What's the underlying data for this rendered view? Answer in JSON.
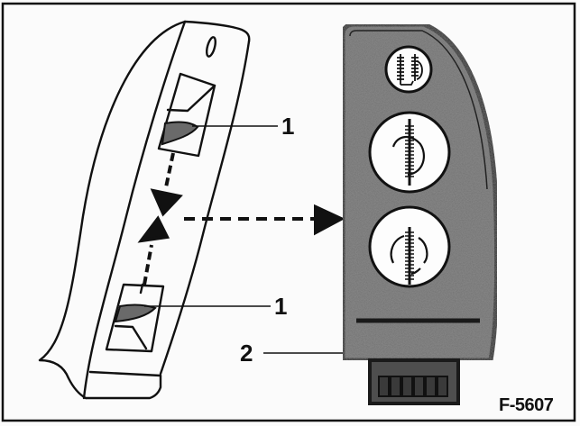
{
  "figure": {
    "id_label": "F-5607",
    "callouts": [
      {
        "number": "1",
        "target": "upper-switch-slider"
      },
      {
        "number": "1",
        "target": "lower-switch-slider"
      },
      {
        "number": "2",
        "target": "control-panel-module"
      }
    ],
    "left_part": {
      "description": "Trim panel with two sliding switch openings and a small oval slot at top"
    },
    "right_part": {
      "description": "Dark textured control module with three round buttons and a connector at bottom",
      "buttons": [
        {
          "icon": "dual-spring-suspension-icon",
          "size": "small"
        },
        {
          "icon": "spring-adjust-rotate-icon",
          "size": "large"
        },
        {
          "icon": "spring-adjust-rotate-dashed-icon",
          "size": "large"
        }
      ],
      "connector_pins": 6
    },
    "arrows": [
      {
        "type": "dashed",
        "direction": "down",
        "meaning": "upper slider moves toward center"
      },
      {
        "type": "dashed",
        "direction": "up",
        "meaning": "lower slider moves toward center"
      },
      {
        "type": "dashed",
        "direction": "right",
        "meaning": "module removed from trim panel"
      }
    ],
    "colors": {
      "panel_fill": "#6f6f6f",
      "panel_outline": "#1a1a1a",
      "line": "#111111",
      "background": "#fbfbfb",
      "slider_fill": "#6a6a6a"
    }
  }
}
